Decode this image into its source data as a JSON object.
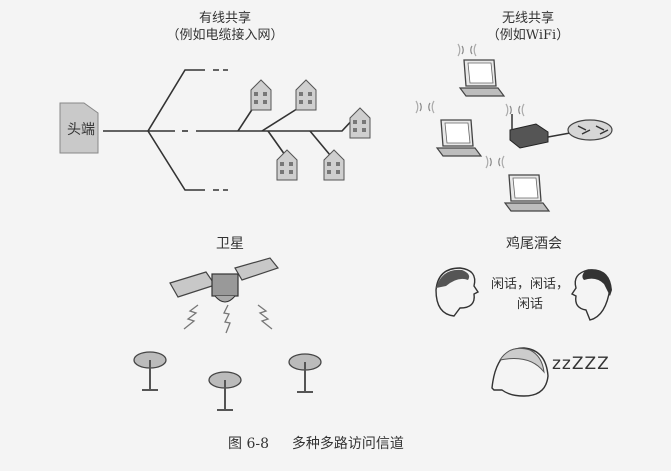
{
  "panels": {
    "cable": {
      "title": "有线共享",
      "subtitle": "（例如电缆接入网）",
      "headend_label": "头端"
    },
    "wifi": {
      "title": "无线共享",
      "subtitle": "（例如WiFi）"
    },
    "satellite": {
      "title": "卫星"
    },
    "party": {
      "title": "鸡尾酒会",
      "chatter_1": "闲话，闲话，",
      "chatter_2": "闲话",
      "snore": "zzZZZ"
    }
  },
  "caption": {
    "figure": "图 6-8",
    "text": "多种多路访问信道"
  }
}
